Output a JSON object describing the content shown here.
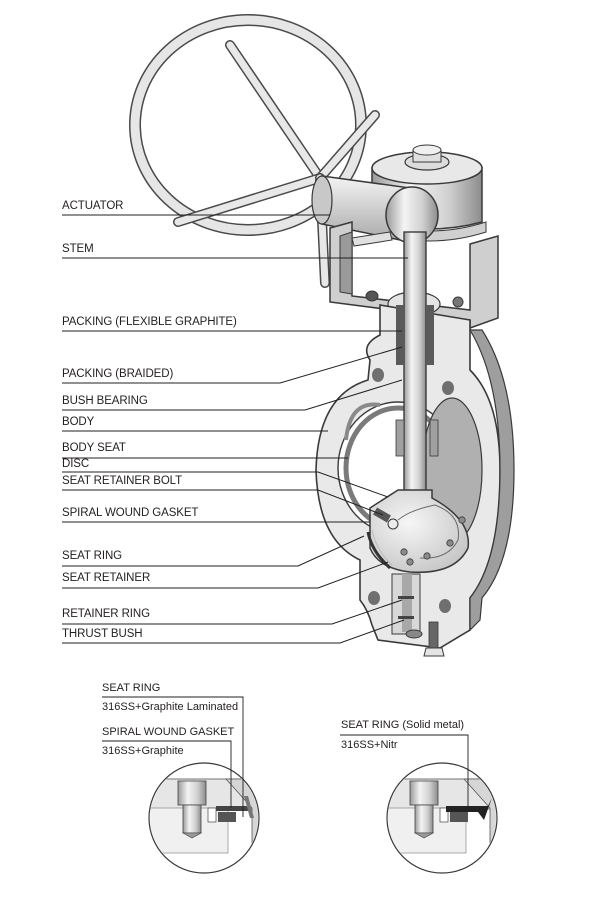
{
  "diagram": {
    "subject": "Triple offset butterfly valve cross-section",
    "callouts": [
      {
        "id": "actuator",
        "label": "ACTUATOR"
      },
      {
        "id": "stem",
        "label": "STEM"
      },
      {
        "id": "packing-flexible-graphite",
        "label": "PACKING (FLEXIBLE GRAPHITE)"
      },
      {
        "id": "packing-braided",
        "label": "PACKING (BRAIDED)"
      },
      {
        "id": "bush-bearing",
        "label": "BUSH BEARING"
      },
      {
        "id": "body",
        "label": "BODY"
      },
      {
        "id": "body-seat",
        "label": "BODY SEAT"
      },
      {
        "id": "disc",
        "label": "DISC"
      },
      {
        "id": "seat-retainer-bolt",
        "label": "SEAT RETAINER BOLT"
      },
      {
        "id": "spiral-wound-gasket",
        "label": "SPIRAL WOUND GASKET"
      },
      {
        "id": "seat-ring",
        "label": "SEAT RING"
      },
      {
        "id": "seat-retainer",
        "label": "SEAT RETAINER"
      },
      {
        "id": "retainer-ring",
        "label": "RETAINER RING"
      },
      {
        "id": "thrust-bush",
        "label": "THRUST BUSH"
      }
    ],
    "detail_left": {
      "seat_ring_title": "SEAT RING",
      "seat_ring_material": "316SS+Graphite Laminated",
      "gasket_title": "SPIRAL WOUND GASKET",
      "gasket_material": "316SS+Graphite"
    },
    "detail_right": {
      "seat_ring_title": "SEAT RING (Solid metal)",
      "seat_ring_material": "316SS+Nitr"
    },
    "colors": {
      "line": "#231f20",
      "metal_light": "#f2f2f2",
      "metal_mid": "#c8c8c8",
      "metal_dark": "#8a8a8a",
      "outline": "#4a4a4a"
    }
  }
}
